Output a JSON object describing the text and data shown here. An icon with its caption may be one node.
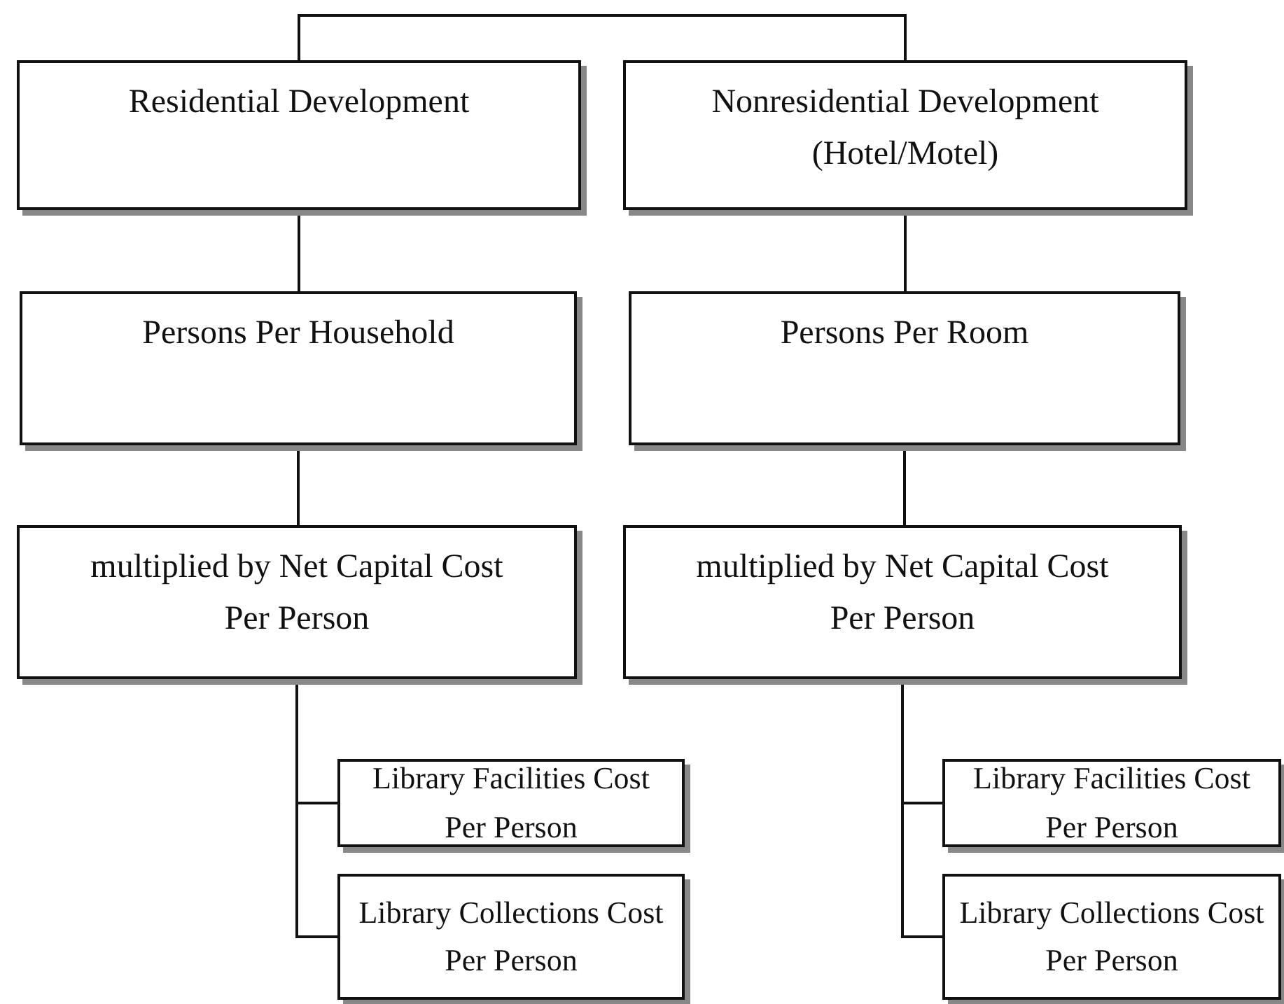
{
  "diagram": {
    "nodes": [
      {
        "text": [
          "Residential Development"
        ]
      },
      {
        "text": [
          "Nonresidential Development (Hotel/Motel)"
        ]
      },
      {
        "text": [
          "Persons Per Household"
        ]
      },
      {
        "text": [
          "Persons Per Room"
        ]
      },
      {
        "text": [
          "multiplied by Net Capital Cost Per Person"
        ]
      },
      {
        "text": [
          "multiplied by Net Capital Cost Per Person"
        ]
      },
      {
        "text": [
          "Library Facilities Cost Per Person"
        ]
      },
      {
        "text": [
          "Library Collections Cost Per Person"
        ]
      },
      {
        "text": [
          "Library Facilities Cost Per Person"
        ]
      },
      {
        "text": [
          "Library Collections Cost Per Person"
        ]
      }
    ],
    "edges": [
      {
        "from": 0,
        "to": 1,
        "arrow": "none"
      },
      {
        "from": 0,
        "to": 2,
        "arrow": "none"
      },
      {
        "from": 1,
        "to": 3,
        "arrow": "none"
      },
      {
        "from": 2,
        "to": 4,
        "arrow": "none"
      },
      {
        "from": 3,
        "to": 5,
        "arrow": "none"
      },
      {
        "from": 4,
        "to": 6,
        "arrow": "none"
      },
      {
        "from": 4,
        "to": 7,
        "arrow": "none"
      },
      {
        "from": 5,
        "to": 8,
        "arrow": "none"
      },
      {
        "from": 5,
        "to": 9,
        "arrow": "none"
      }
    ]
  }
}
